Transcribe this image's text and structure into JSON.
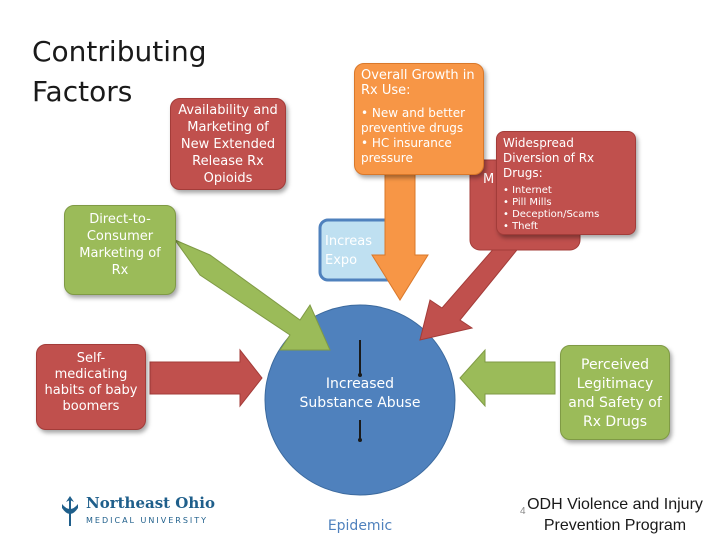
{
  "title": {
    "line1": "Contributing",
    "line2": "Factors"
  },
  "nodes": {
    "availability": {
      "lines": [
        "Availability and",
        "Marketing of",
        "New Extended",
        "Release Rx",
        "Opioids"
      ]
    },
    "overall_growth": {
      "heading_lines": [
        "Overall Growth in",
        "Rx Use:"
      ],
      "bullets": [
        "New and better preventive drugs",
        "HC insurance pressure"
      ]
    },
    "diversion": {
      "heading_lines": [
        "Widespread",
        "Diversion of Rx",
        "Drugs:"
      ],
      "bullets": [
        "Internet",
        "Pill Mills",
        "Deception/Scams",
        "Theft"
      ]
    },
    "dtc": {
      "lines": [
        "Direct-to-",
        "Consumer",
        "Marketing of",
        "Rx"
      ]
    },
    "self_medicating": {
      "lines": [
        "Self-",
        "medicating",
        "habits of baby",
        "boomers"
      ]
    },
    "perceived": {
      "lines": [
        "Perceived",
        "Legitimacy",
        "and Safety of",
        "Rx Drugs"
      ]
    },
    "center": {
      "lines": [
        "Increased",
        "Substance Abuse"
      ],
      "bottom_label": "Epidemic"
    },
    "increased_exposure_partial": {
      "lines": [
        "Increas",
        "Expo"
      ]
    },
    "hidden_m": "M"
  },
  "footer": {
    "logo_top": "Northeast Ohio",
    "logo_bottom": "MEDICAL UNIVERSITY",
    "org_line1": "ODH Violence and Injury",
    "org_line2": "Prevention Program",
    "page_number": "4"
  },
  "colors": {
    "red": "#c0504d",
    "green": "#9bbb59",
    "orange": "#f79646",
    "blue": "#4f81bd",
    "light_blue": "#bfe0f1"
  }
}
